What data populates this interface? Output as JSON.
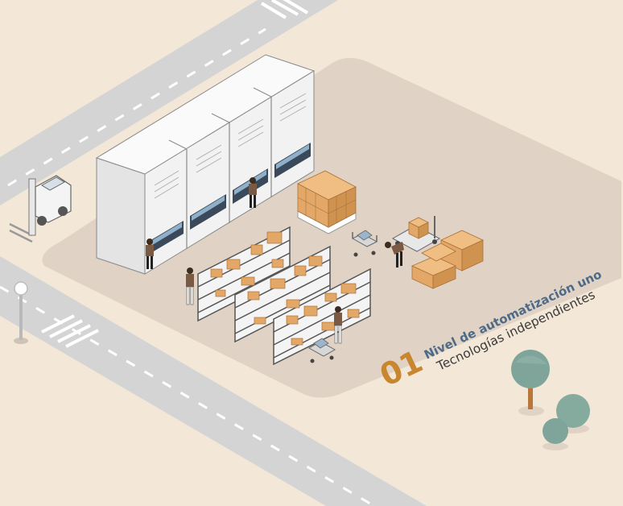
{
  "label": {
    "number": "01",
    "title": "Nivel de automatización uno",
    "subtitle": "Tecnologías independientes"
  },
  "colors": {
    "background": "#f3e7d7",
    "plaza": "#e0d3c5",
    "road": "#d4d4d4",
    "machine": "#f4f4f4",
    "box": "#e3a868",
    "accent_number": "#c8862f",
    "accent_title": "#4d6a87",
    "tree": "#7fa59a"
  }
}
